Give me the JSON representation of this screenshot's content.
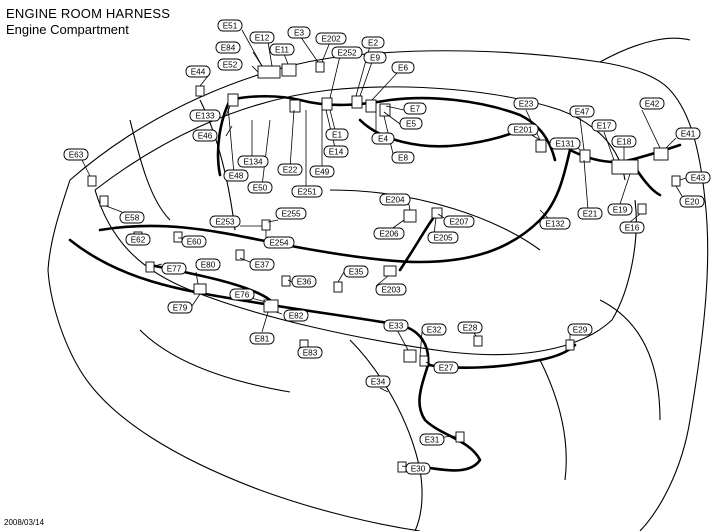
{
  "header": {
    "title": "ENGINE ROOM HARNESS",
    "subtitle": "Engine Compartment"
  },
  "footer": {
    "date": "2008/03/14"
  },
  "connectors": [
    "E51",
    "E12",
    "E3",
    "E202",
    "E84",
    "E11",
    "E252",
    "E2",
    "E44",
    "E52",
    "E9",
    "E6",
    "E133",
    "E7",
    "E5",
    "E4",
    "E46",
    "E1",
    "E8",
    "E14",
    "E134",
    "E22",
    "E49",
    "E48",
    "E50",
    "E251",
    "E23",
    "E47",
    "E42",
    "E201",
    "E17",
    "E41",
    "E131",
    "E18",
    "E43",
    "E63",
    "E204",
    "E19",
    "E20",
    "E21",
    "E16",
    "E58",
    "E255",
    "E207",
    "E253",
    "E132",
    "E206",
    "E205",
    "E62",
    "E60",
    "E254",
    "E77",
    "E80",
    "E37",
    "E35",
    "E36",
    "E203",
    "E79",
    "E76",
    "E82",
    "E81",
    "E33",
    "E32",
    "E28",
    "E29",
    "E83",
    "E27",
    "E34",
    "E31",
    "E30"
  ]
}
